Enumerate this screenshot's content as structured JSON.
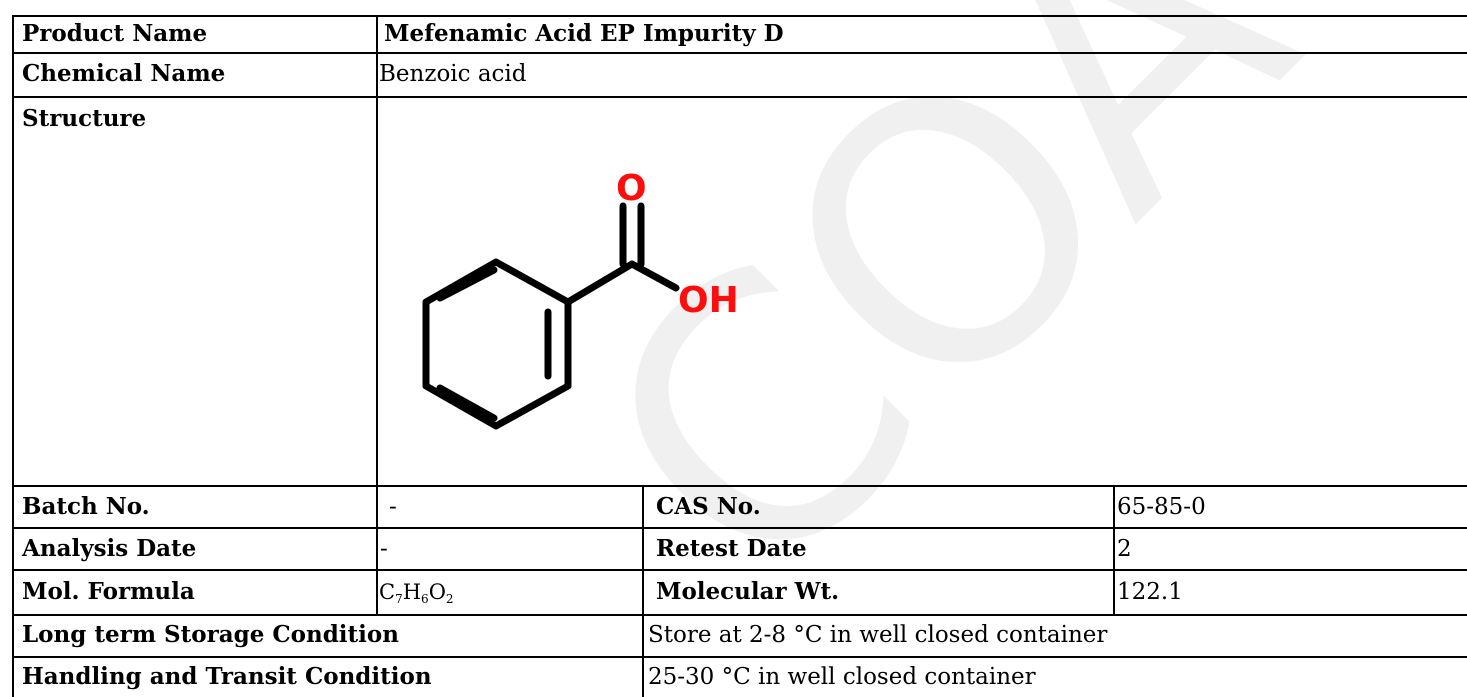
{
  "rows": {
    "product_name": {
      "label": "Product Name",
      "value": "Mefenamic Acid EP Impurity D"
    },
    "chemical_name": {
      "label": "Chemical Name",
      "value": "Benzoic acid"
    },
    "structure": {
      "label": "Structure",
      "atom_o": "O",
      "atom_oh": "OH"
    },
    "batch": {
      "label": "Batch No.",
      "value": "-"
    },
    "cas": {
      "label": "CAS No.",
      "value": "65-85-0"
    },
    "analysis_date": {
      "label": "Analysis Date",
      "value": "-"
    },
    "retest_date": {
      "label": "Retest Date",
      "value": "2"
    },
    "mol_formula": {
      "label": "Mol. Formula",
      "c": "C",
      "c_n": "7",
      "h": "H",
      "h_n": "6",
      "o": "O",
      "o_n": "2"
    },
    "mol_wt": {
      "label": "Molecular Wt.",
      "value": "122.1"
    },
    "storage": {
      "label": "Long term Storage Condition",
      "value": "Store at 2-8 °C in well closed container"
    },
    "handling": {
      "label": "Handling and Transit Condition",
      "value": "25-30 °C in well closed container"
    }
  },
  "watermark": {
    "text": "COA"
  },
  "colors": {
    "heteroatom": "#ff0d0d",
    "bond": "#000000",
    "watermark": "#f0f0f0"
  }
}
